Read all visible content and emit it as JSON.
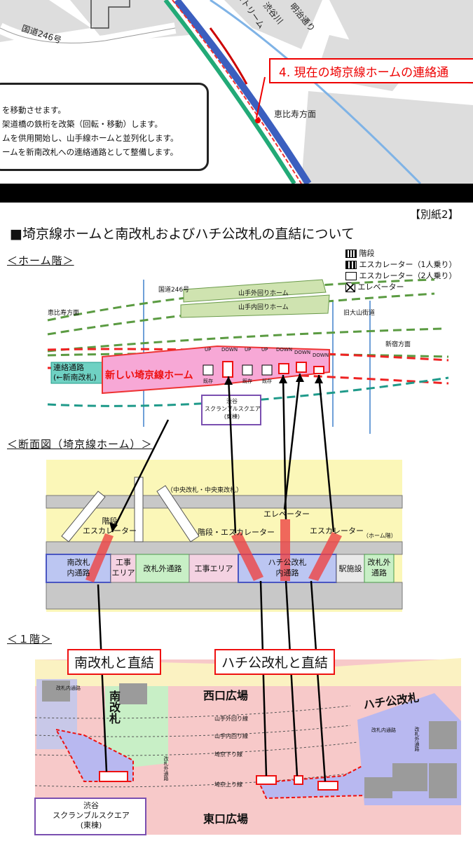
{
  "top_map": {
    "road_246": "国道246号",
    "stream": "ストリーム",
    "shibuya_river": "渋谷川",
    "meiji_dori": "明治通り",
    "ebisu_dir": "恵比寿方面",
    "callout_lines": [
      "を移動させます。",
      "架道橋の鉄桁を改築（回転・移動）します。",
      "ムを供用開始し、山手線ホームと並列化します。",
      "ームを新南改札への連絡通路として整備します。"
    ],
    "red_label": "4. 現在の埼京線ホームの連絡通"
  },
  "doc": {
    "badge": "【別紙2】",
    "title": "■埼京線ホームと南改札およびハチ公改札の直結について",
    "legend": [
      {
        "symbol": "stairs",
        "label": "階段"
      },
      {
        "symbol": "escalator-1",
        "label": "エスカレーター（1人乗り）"
      },
      {
        "symbol": "escalator-2",
        "label": "エスカレーター（2人乗り）"
      },
      {
        "symbol": "elevator",
        "label": "エレベーター"
      }
    ],
    "platform_floor": {
      "heading": "＜ホーム階＞",
      "road_246": "国道246号",
      "ebisu_dir": "恵比寿方面",
      "shinjuku_dir": "新宿方面",
      "old_oyama": "旧大山街道",
      "yamanote_outer": "山手外回りホーム",
      "yamanote_inner": "山手内回りホーム",
      "new_platform": "新しい埼京線ホーム",
      "passage": "連絡通路\n(←新南改札)",
      "scramble": "渋谷\nスクランブルスクエア\n(東棟)",
      "up": "UP",
      "down": "DOWN",
      "existing": "既存"
    },
    "section": {
      "heading": "＜断面図（埼京線ホーム）＞",
      "central_gate": "（中央改札・中央東改札）",
      "stairs_escalator_left": "階段\nエスカレーター",
      "stairs_escalator_mid": "階段・エスカレーター",
      "elevator": "エレベーター",
      "escalator": "エスカレーター",
      "platform_level": "（ホーム階）",
      "cells": [
        "南改札\n内通路",
        "工事\nエリア",
        "改札外通路",
        "工事エリア",
        "ハチ公改札\n内通路",
        "駅施設",
        "改札外\n通路"
      ]
    },
    "ground_floor": {
      "heading": "＜１階＞",
      "south_gate_link": "南改札と直結",
      "hachiko_gate_link": "ハチ公改札と直結",
      "west_plaza": "西口広場",
      "east_plaza": "東口広場",
      "south_gate": "南改札",
      "hachiko_gate": "ハチ公改札",
      "yamanote_outer_line": "山手外回り線",
      "yamanote_inner_line": "山手内回り線",
      "saikyo_down": "埼京下り線",
      "saikyo_up": "埼京上り線",
      "inner_passage": "改札内通路",
      "outer_passage": "改札外通路",
      "scramble": "渋谷\nスクランブルスクエア\n(東棟)"
    }
  }
}
